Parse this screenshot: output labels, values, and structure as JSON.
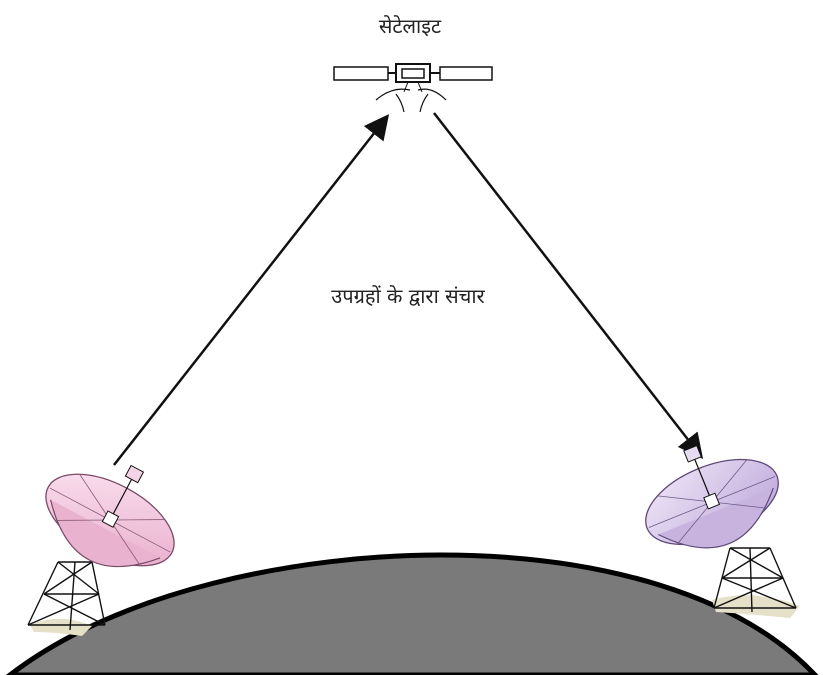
{
  "labels": {
    "satellite": "सेटेलाइट",
    "caption": "उपग्रहों के द्वारा संचार"
  },
  "icons": {
    "satellite": "satellite-icon",
    "left_dish": "satellite-dish-icon",
    "right_dish": "satellite-dish-icon",
    "earth": "earth-surface"
  },
  "colors": {
    "earth_fill": "#7a7a7a",
    "left_dish_fill": "#f0c6dd",
    "right_dish_fill": "#d9c8ea",
    "arrow": "#111111",
    "ground_patch": "#e5e0c8"
  }
}
